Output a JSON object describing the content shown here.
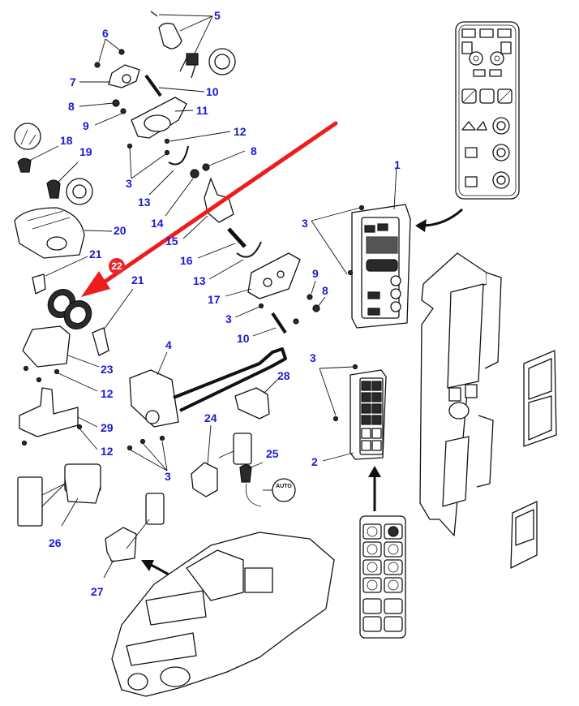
{
  "diagram": {
    "type": "exploded-parts-diagram",
    "subject": "Armrest control console switch assembly",
    "colors": {
      "callout": "#1a1ad6",
      "highlight": "#ee1c1c",
      "line": "#111111",
      "background": "#ffffff"
    },
    "highlight": {
      "part_number": "22",
      "description": "Red arrow pointing to knob/rotary disc pair (part 22)"
    },
    "callouts": [
      {
        "id": "c5",
        "label": "5"
      },
      {
        "id": "c6",
        "label": "6"
      },
      {
        "id": "c7",
        "label": "7"
      },
      {
        "id": "c10a",
        "label": "10"
      },
      {
        "id": "c8a",
        "label": "8"
      },
      {
        "id": "c11",
        "label": "11"
      },
      {
        "id": "c9a",
        "label": "9"
      },
      {
        "id": "c12a",
        "label": "12"
      },
      {
        "id": "c18",
        "label": "18"
      },
      {
        "id": "c8b",
        "label": "8"
      },
      {
        "id": "c19",
        "label": "19"
      },
      {
        "id": "c3a",
        "label": "3"
      },
      {
        "id": "c13a",
        "label": "13"
      },
      {
        "id": "c14",
        "label": "14"
      },
      {
        "id": "c20",
        "label": "20"
      },
      {
        "id": "c15",
        "label": "15"
      },
      {
        "id": "c1",
        "label": "1"
      },
      {
        "id": "c3b",
        "label": "3"
      },
      {
        "id": "c21a",
        "label": "21"
      },
      {
        "id": "c16",
        "label": "16"
      },
      {
        "id": "c13b",
        "label": "13"
      },
      {
        "id": "c9b",
        "label": "9"
      },
      {
        "id": "c8c",
        "label": "8"
      },
      {
        "id": "c21b",
        "label": "21"
      },
      {
        "id": "c17",
        "label": "17"
      },
      {
        "id": "c3c",
        "label": "3"
      },
      {
        "id": "c10b",
        "label": "10"
      },
      {
        "id": "c4",
        "label": "4"
      },
      {
        "id": "c23",
        "label": "23"
      },
      {
        "id": "c3d",
        "label": "3"
      },
      {
        "id": "c28",
        "label": "28"
      },
      {
        "id": "c12b",
        "label": "12"
      },
      {
        "id": "c29",
        "label": "29"
      },
      {
        "id": "c24",
        "label": "24"
      },
      {
        "id": "c12c",
        "label": "12"
      },
      {
        "id": "c2",
        "label": "2"
      },
      {
        "id": "c25",
        "label": "25"
      },
      {
        "id": "c3e",
        "label": "3"
      },
      {
        "id": "c26",
        "label": "26"
      },
      {
        "id": "c27",
        "label": "27"
      }
    ],
    "icon_labels": {
      "auto_badge": "AUTO"
    },
    "components": [
      "upper-control-panel-detail",
      "switch-panel-1",
      "switch-panel-2",
      "lower-keypad-detail",
      "armrest-side-panel",
      "bezel-frame-large",
      "bezel-frame-small",
      "armrest-console-housing",
      "multi-function-lever-4",
      "rocker-switch-24",
      "rocker-switch-26",
      "rocker-switch-27",
      "auto-switch-25",
      "cover-28"
    ]
  }
}
